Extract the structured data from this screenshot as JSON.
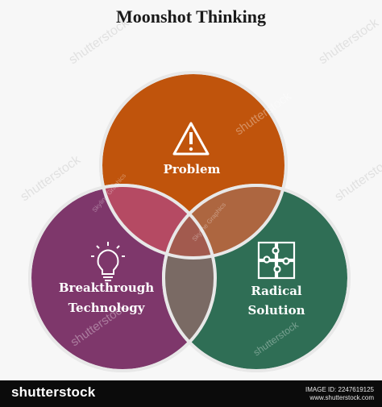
{
  "title": "Moonshot Thinking",
  "circles": {
    "problem": {
      "label": "Problem",
      "color": "#c0540c"
    },
    "breakthrough": {
      "label_line1": "Breakthrough",
      "label_line2": "Technology",
      "color": "#7b3368"
    },
    "radical": {
      "label_line1": "Radical",
      "label_line2": "Solution",
      "color": "#2f6e55"
    }
  },
  "icons": {
    "problem": "warning-icon",
    "breakthrough": "lightbulb-icon",
    "radical": "puzzle-icon"
  },
  "watermark": {
    "shutterstock": "shutterstock",
    "skyline": "Skyline Graphics"
  },
  "footer": {
    "brand": "shutterstock",
    "image_id": "IMAGE ID: 2247619125",
    "site": "www.shutterstock.com"
  }
}
